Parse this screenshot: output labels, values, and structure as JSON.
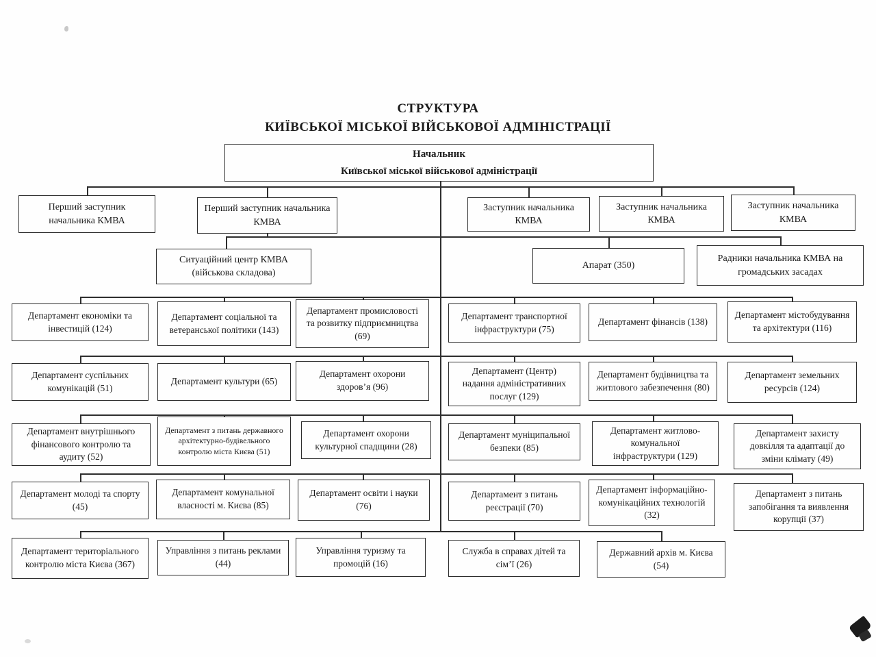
{
  "title": {
    "line1": "СТРУКТУРА",
    "line2": "КИЇВСЬКОЇ МІСЬКОЇ ВІЙСЬКОВОЇ АДМІНІСТРАЦІЇ"
  },
  "org": {
    "head": {
      "line1": "Начальник",
      "line2": "Київської міської військової адміністрації"
    },
    "deputies": [
      "Перший заступник начальника КМВА",
      "Перший заступник начальника КМВА",
      "Заступник начальника КМВА",
      "Заступник начальника КМВА",
      "Заступник начальника КМВА"
    ],
    "level2": [
      "Ситуаційний центр КМВА (військова складова)",
      "Апарат (350)",
      "Радники начальника КМВА на громадських засадах"
    ],
    "rows": [
      {
        "left": [
          "Департамент економіки та інвестицій (124)",
          "Департамент соціальної та ветеранської політики (143)",
          "Департамент промисловості та розвитку підприємництва (69)"
        ],
        "right": [
          "Департамент транспортної інфраструктури (75)",
          "Департамент фінансів (138)",
          "Департамент містобудування та архітектури (116)"
        ]
      },
      {
        "left": [
          "Департамент суспільних комунікацій (51)",
          "Департамент культури (65)",
          "Департамент охорони здоров’я (96)"
        ],
        "right": [
          "Департамент (Центр) надання адміністративних послуг (129)",
          "Департамент будівництва та житлового забезпечення (80)",
          "Департамент земельних ресурсів (124)"
        ]
      },
      {
        "left": [
          "Департамент внутрішнього фінансового контролю та аудиту (52)",
          "Департамент з питань державного архітектурно-будівельного контролю міста Києва (51)",
          "Департамент охорони культурної спадщини (28)"
        ],
        "right": [
          "Департамент муніципальної безпеки (85)",
          "Департамент житлово-комунальної інфраструктури (129)",
          "Департамент захисту довкілля та адаптації до зміни клімату (49)"
        ]
      },
      {
        "left": [
          "Департамент молоді та спорту (45)",
          "Департамент комунальної власності м. Києва (85)",
          "Департамент освіти і науки (76)"
        ],
        "right": [
          "Департамент з питань реєстрації (70)",
          "Департамент інформаційно-комунікаційних технологій (32)",
          "Департамент з питань запобігання та виявлення корупції (37)"
        ]
      },
      {
        "left": [
          "Департамент територіального контролю міста Києва (367)",
          "Управління з питань реклами (44)",
          "Управління туризму та промоцій (16)"
        ],
        "right": [
          "Служба в справах дітей та сім’ї (26)",
          "Державний архів м. Києва (54)"
        ]
      }
    ]
  }
}
